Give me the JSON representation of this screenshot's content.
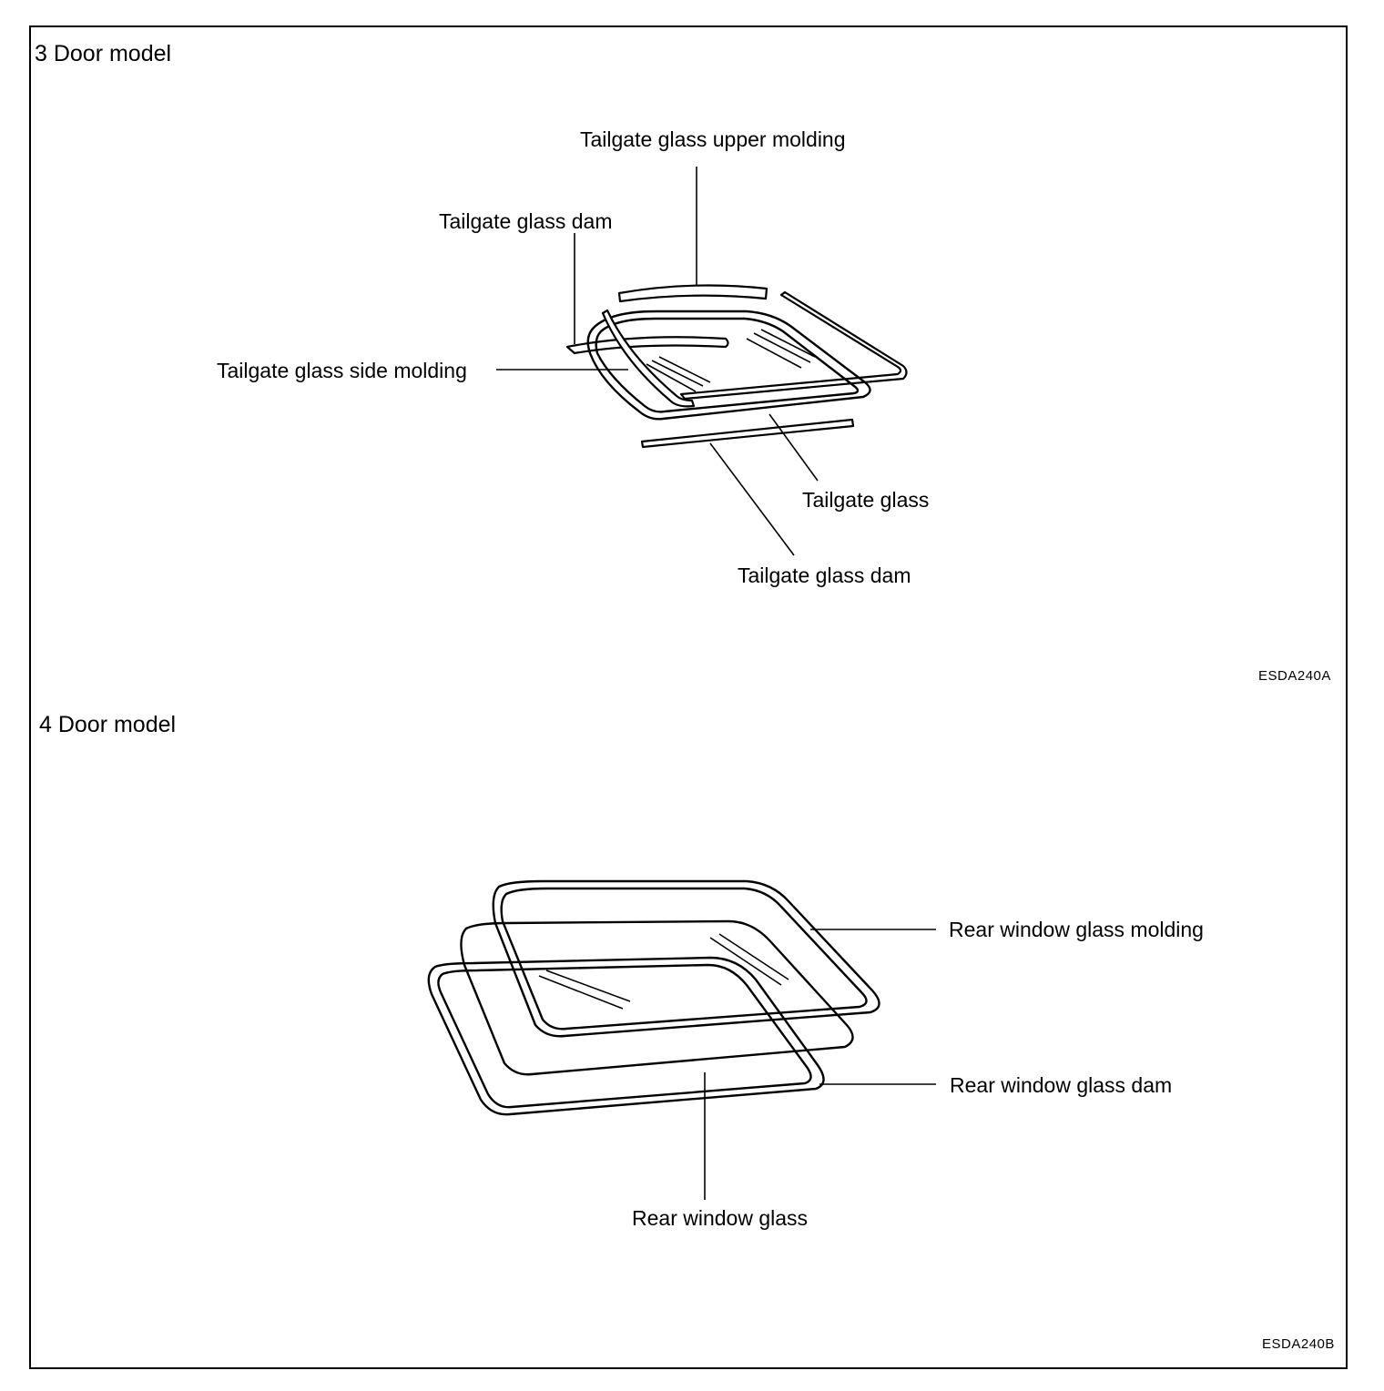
{
  "sections": [
    {
      "title": "3 Door model",
      "code": "ESDA240A",
      "labels": {
        "upper_molding": "Tailgate glass upper molding",
        "dam_top": "Tailgate glass dam",
        "side_molding": "Tailgate glass side molding",
        "glass": "Tailgate glass",
        "dam_bottom": "Tailgate glass dam"
      }
    },
    {
      "title": "4 Door model",
      "code": "ESDA240B",
      "labels": {
        "molding": "Rear window glass molding",
        "dam": "Rear window glass dam",
        "glass": "Rear window glass"
      }
    }
  ]
}
